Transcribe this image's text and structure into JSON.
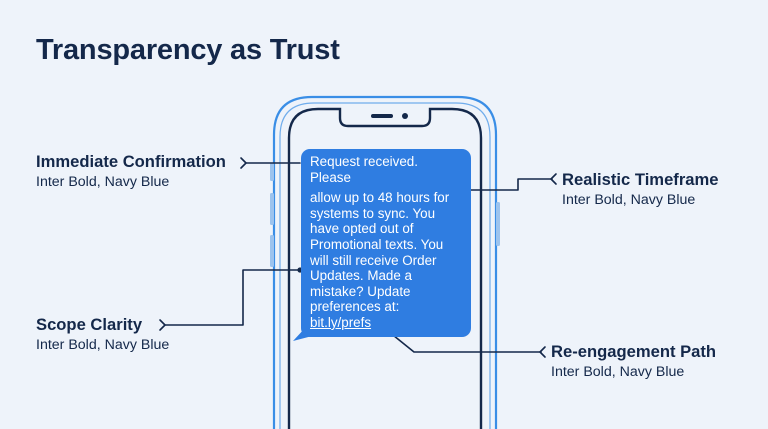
{
  "title": "Transparency as Trust",
  "message": {
    "line1": "Request received. Please",
    "body": "allow up to 48 hours for systems to sync. You have opted out of Promotional texts. You will still receive Order Updates. Made a mistake? Update preferences at:",
    "link": "bit.ly/prefs"
  },
  "callouts": [
    {
      "title": "Immediate Confirmation",
      "subtitle": "Inter Bold, Navy Blue"
    },
    {
      "title": "Realistic Timeframe",
      "subtitle": "Inter Bold, Navy Blue"
    },
    {
      "title": "Scope Clarity",
      "subtitle": "Inter Bold, Navy Blue"
    },
    {
      "title": "Re-engagement Path",
      "subtitle": "Inter Bold, Navy Blue"
    }
  ],
  "colors": {
    "background": "#eef3fa",
    "navy": "#14284a",
    "bubble": "#2f7de1",
    "phone_outline": "#3a8ee6"
  },
  "icons": [
    "chevron-right-icon",
    "chevron-left-icon"
  ]
}
